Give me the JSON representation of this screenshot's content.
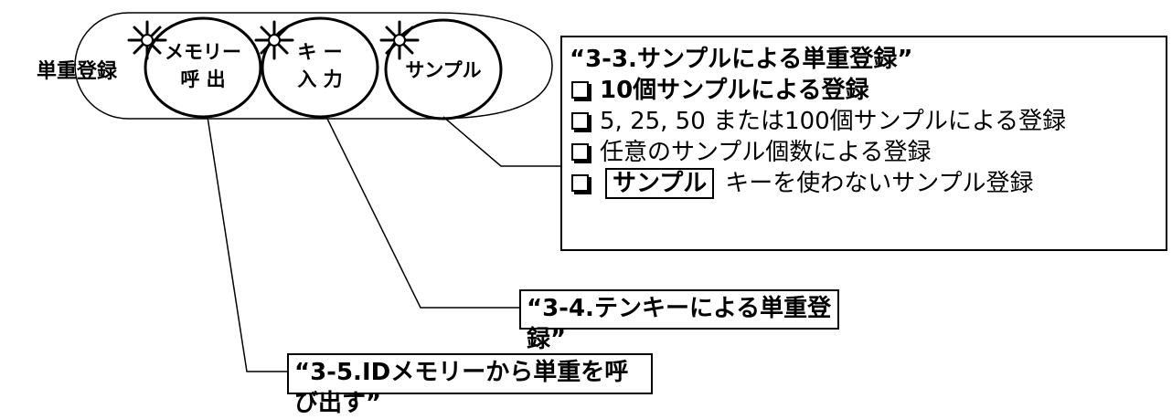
{
  "panel": {
    "label": "単重登録"
  },
  "keys": [
    {
      "line1": "メモリー",
      "line2": "呼 出"
    },
    {
      "line1": "キ ー",
      "line2": "入 力"
    },
    {
      "line1": "サンプル"
    }
  ],
  "main_box": {
    "title": "“3-3.サンプルによる単重登録”",
    "items": [
      "10個サンプルによる登録",
      "5, 25, 50 または100個サンプルによる登録",
      "任意のサンプル個数による登録"
    ],
    "item4": {
      "key_label": "サンプル",
      "text": "キーを使わないサンプル登録"
    }
  },
  "box_34": {
    "text": "“3-4.テンキーによる単重登録”"
  },
  "box_35": {
    "text": "“3-5.IDメモリーから単重を呼び出す”"
  },
  "icons": {
    "lamp": "light-burst-icon",
    "checkbox": "checkbox-icon"
  }
}
